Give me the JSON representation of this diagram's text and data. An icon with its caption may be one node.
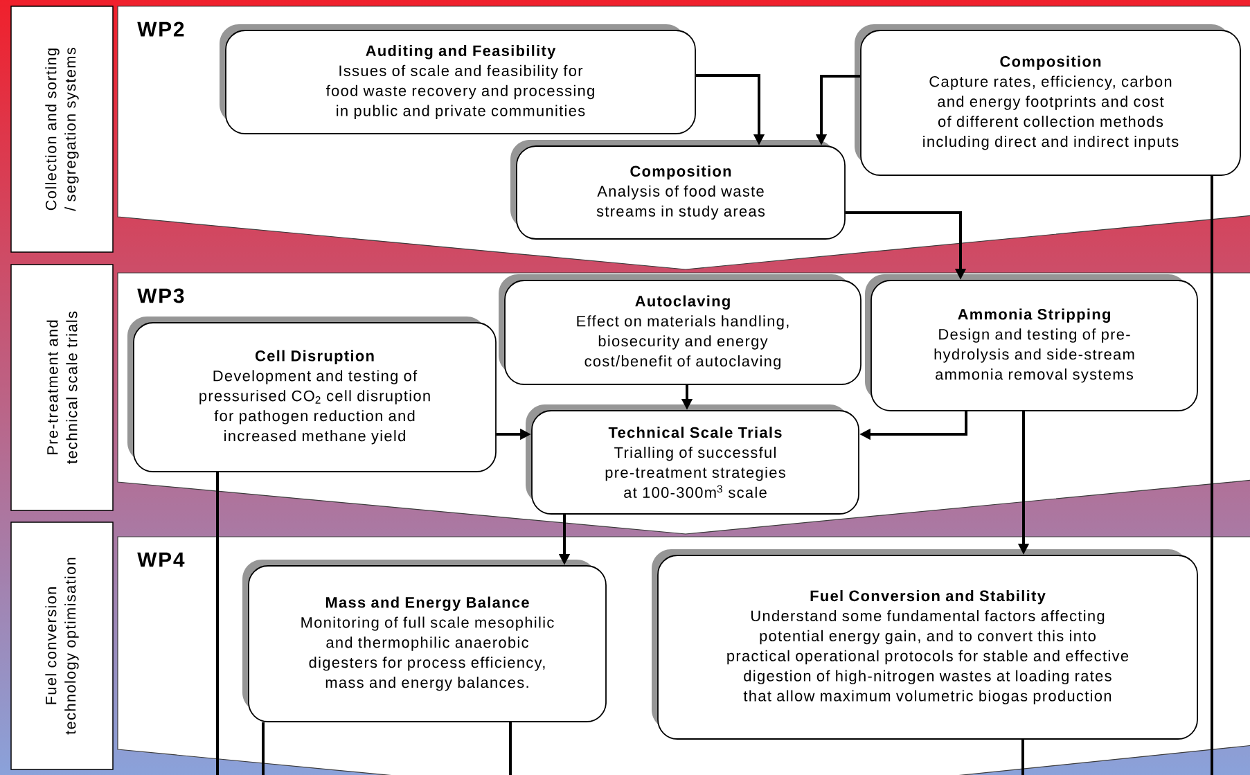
{
  "diagram": {
    "nodes": [
      {
        "text": [
          "Collection and sorting / segregation systems"
        ]
      },
      {
        "text": [
          "Pre-treatment and technical scale trials"
        ]
      },
      {
        "text": [
          "Fuel conversion technology optimisation"
        ]
      },
      {
        "text": [
          "WP2"
        ]
      },
      {
        "text": [
          "Auditing and Feasibility",
          "Issues of scale and feasibility for food waste recovery and processing in public and private communities"
        ],
        "in": 3
      },
      {
        "text": [
          "Composition",
          "Capture rates, efficiency, carbon and energy footprints and cost of different collection methods including direct and indirect inputs"
        ],
        "in": 3
      },
      {
        "text": [
          "Composition",
          "Analysis of food waste streams in study areas"
        ],
        "in": 3
      },
      {
        "text": [
          "WP3"
        ]
      },
      {
        "text": [
          "Autoclaving",
          "Effect on materials handling, biosecurity and energy cost/benefit of autoclaving"
        ],
        "in": 7
      },
      {
        "text": [
          "Ammonia Stripping",
          "Design and testing of pre-hydrolysis and side-stream ammonia removal systems"
        ],
        "in": 7
      },
      {
        "text": [
          "Cell Disruption",
          "Development and testing of pressurised CO$_{2}$ cell disruption for pathogen reduction and increased methane yield"
        ],
        "in": 7
      },
      {
        "text": [
          "Technical Scale Trials",
          "Trialling of successful pre-treatment strategies at 100-300m$^{3}$ scale"
        ],
        "in": 7
      },
      {
        "text": [
          "WP4"
        ]
      },
      {
        "text": [
          "Mass and Energy Balance",
          "Monitoring of full scale mesophilic and thermophilic anaerobic digesters for process efficiency, mass and energy balances."
        ],
        "in": 12
      },
      {
        "text": [
          "Fuel Conversion and Stability",
          "Understand some fundamental factors affecting potential energy gain, and to convert this into practical operational protocols for stable and effective digestion of high-nitrogen wastes at loading rates that allow maximum volumetric biogas production"
        ],
        "in": 12
      }
    ],
    "edges": [
      {
        "from": 4,
        "to": 6,
        "arrow": "to"
      },
      {
        "from": 5,
        "to": 6,
        "arrow": "to"
      },
      {
        "from": 6,
        "to": 9,
        "arrow": "to"
      },
      {
        "from": 8,
        "to": 11,
        "arrow": "to"
      },
      {
        "from": 10,
        "to": 11,
        "arrow": "to"
      },
      {
        "from": 9,
        "to": 11,
        "arrow": "to"
      },
      {
        "from": 11,
        "to": 13,
        "arrow": "to"
      },
      {
        "from": 9,
        "to": 14,
        "arrow": "to"
      },
      {
        "from": 5,
        "to": null,
        "arrow": "none"
      },
      {
        "from": 10,
        "to": null,
        "arrow": "none"
      },
      {
        "from": 13,
        "to": null,
        "arrow": "none"
      },
      {
        "from": 13,
        "to": null,
        "arrow": "none"
      },
      {
        "from": 14,
        "to": null,
        "arrow": "none"
      }
    ]
  }
}
